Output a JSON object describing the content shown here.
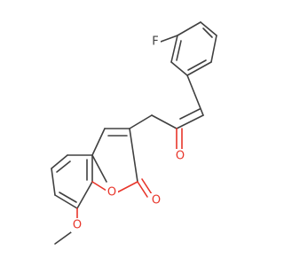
{
  "molecule": {
    "atoms": {
      "fluorine": {
        "label": "F",
        "color": "#404040"
      },
      "ketone_oxygen": {
        "label": "O",
        "color": "#e8352a"
      },
      "ring_oxygen": {
        "label": "O",
        "color": "#e8352a"
      },
      "lactone_carbonyl_oxygen": {
        "label": "O",
        "color": "#e8352a"
      },
      "methoxy_oxygen": {
        "label": "O",
        "color": "#e8352a"
      }
    },
    "colors": {
      "bond": "#404040",
      "oxygen": "#e8352a"
    }
  }
}
